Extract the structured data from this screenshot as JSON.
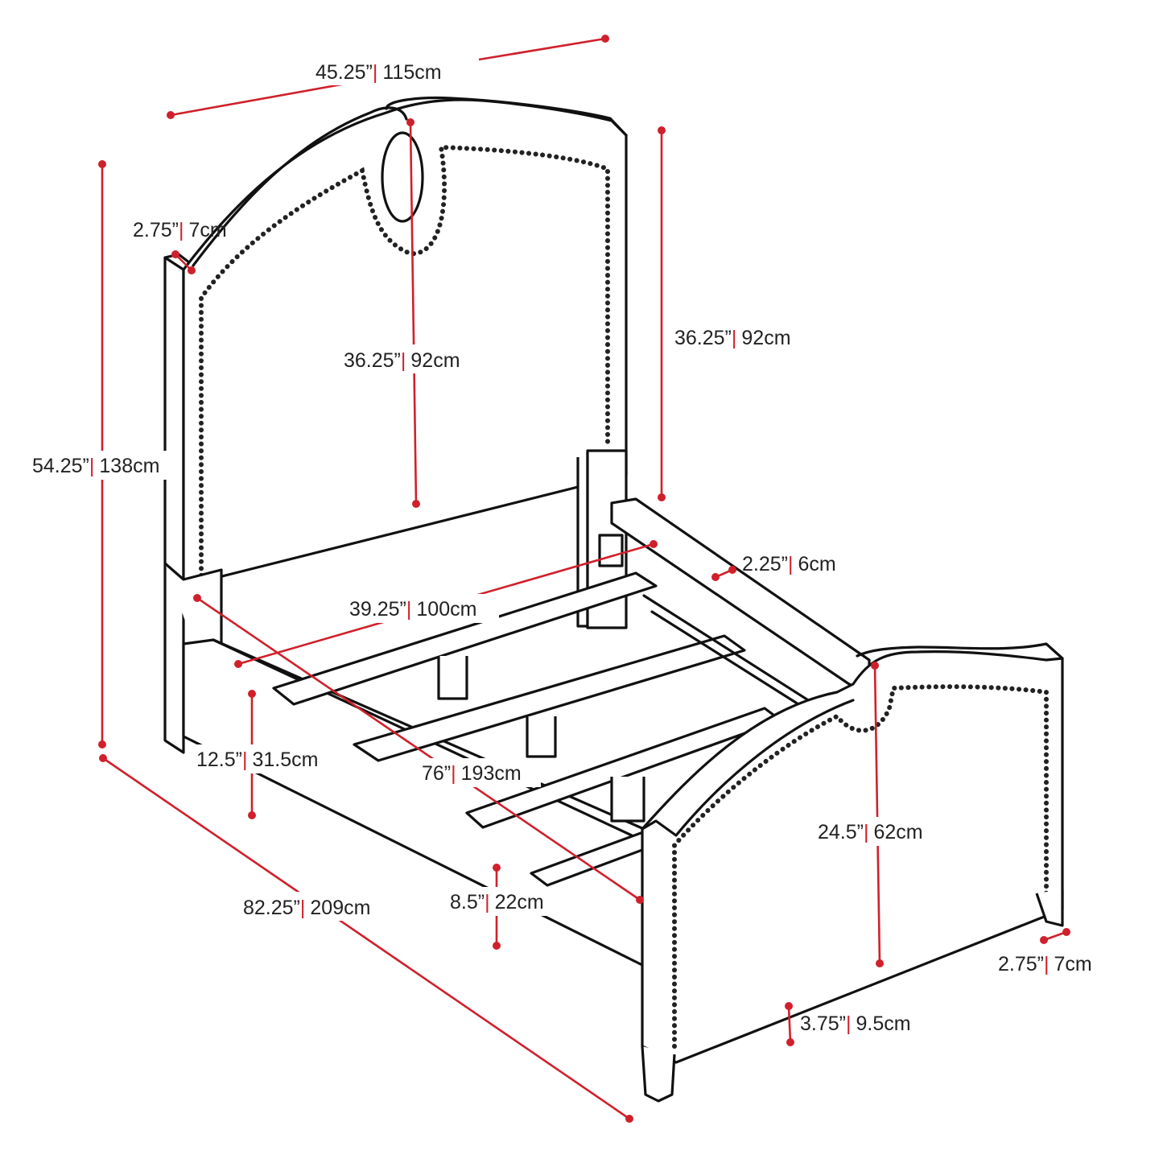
{
  "diagram": {
    "subject": "bed frame",
    "accent_color": "#d0202b",
    "line_color": "#111111",
    "separator": "|"
  },
  "dimensions": {
    "headboard_width": {
      "imperial": "45.25”",
      "metric": "115cm"
    },
    "headboard_thickness": {
      "imperial": "2.75”",
      "metric": "7cm"
    },
    "headboard_panel_height": {
      "imperial": "36.25”",
      "metric": "92cm"
    },
    "headboard_top_height": {
      "imperial": "36.25”",
      "metric": "92cm"
    },
    "overall_height": {
      "imperial": "54.25”",
      "metric": "138cm"
    },
    "side_rail_thickness": {
      "imperial": "2.25”",
      "metric": "6cm"
    },
    "inner_width": {
      "imperial": "39.25”",
      "metric": "100cm"
    },
    "under_bed_clearance": {
      "imperial": "12.5”",
      "metric": "31.5cm"
    },
    "inner_length": {
      "imperial": "76”",
      "metric": "193cm"
    },
    "footboard_height": {
      "imperial": "24.5”",
      "metric": "62cm"
    },
    "overall_length": {
      "imperial": "82.25”",
      "metric": "209cm"
    },
    "rail_height": {
      "imperial": "8.5”",
      "metric": "22cm"
    },
    "footboard_thickness": {
      "imperial": "2.75”",
      "metric": "7cm"
    },
    "leg_height": {
      "imperial": "3.75”",
      "metric": "9.5cm"
    }
  }
}
